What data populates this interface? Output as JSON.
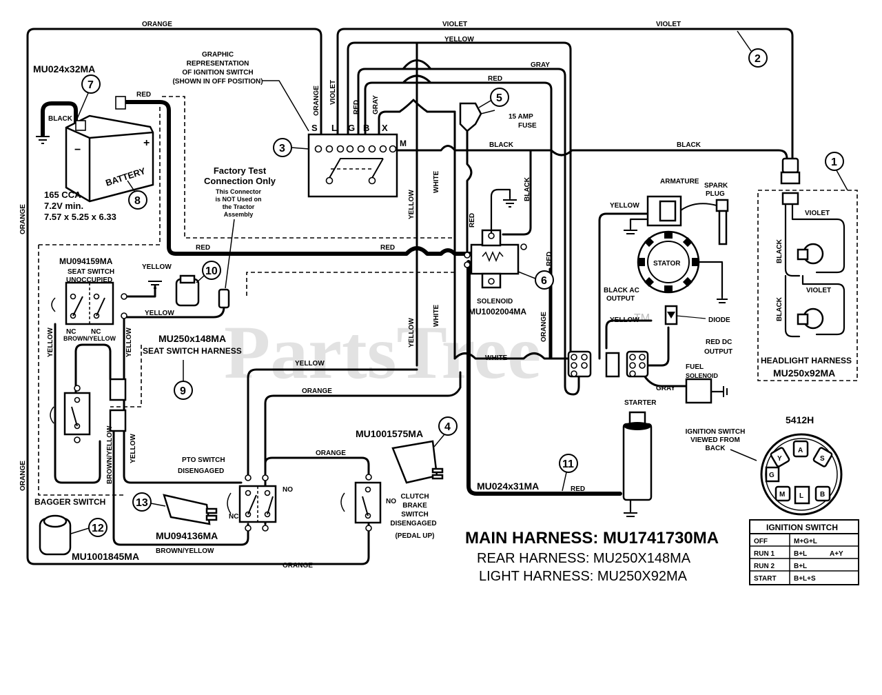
{
  "watermark": "PartsTree",
  "watermark_tm": "TM",
  "wire_labels": {
    "orange_top": "ORANGE",
    "violet_top": "VIOLET",
    "violet_top2": "VIOLET",
    "yellow_top": "YELLOW",
    "gray_top": "GRAY",
    "red_top": "RED",
    "orange_vert": "ORANGE",
    "violet_vert": "VIOLET",
    "red_vert": "RED",
    "gray_vert": "GRAY",
    "black_bat": "BLACK",
    "red_bat": "RED",
    "black_m": "BLACK",
    "black_right": "BLACK",
    "black_sol": "BLACK",
    "yellow_vert": "YELLOW",
    "white_vert": "WHITE",
    "red_sol_vert": "RED",
    "red_mid": "RED",
    "red_mid2": "RED",
    "red_right_sol": "RED",
    "orange_left": "ORANGE",
    "orange_left2": "ORANGE",
    "yellow_seat1": "YELLOW",
    "yellow_seat2": "YELLOW",
    "yellow_lv": "YELLOW",
    "yellow_lv2": "YELLOW",
    "yellow_lv3": "YELLOW",
    "brown_yellow_seat": "BROWN/YELLOW",
    "brown_yellow_v": "BROWN/YELLOW",
    "yellow_mid": "YELLOW",
    "orange_mid": "ORANGE",
    "white_mid": "WHITE",
    "white_v2": "WHITE",
    "yellow_v2": "YELLOW",
    "orange_sol_v": "ORANGE",
    "orange_clutch": "ORANGE",
    "orange_bottom": "ORANGE",
    "brown_yellow_bottom": "BROWN/YELLOW",
    "red_starter": "RED",
    "gray_fuel": "GRAY",
    "yellow_eng": "YELLOW",
    "yellow_eng2": "YELLOW",
    "violet_head1": "VIOLET",
    "violet_head2": "VIOLET",
    "black_head1": "BLACK",
    "black_head2": "BLACK"
  },
  "ignition_terminals": [
    "S",
    "L",
    "G",
    "B",
    "X"
  ],
  "ignition_m": "M",
  "labels": {
    "graphic_rep": [
      "GRAPHIC",
      "REPRESENTATION",
      "OF IGNITION SWITCH",
      "(SHOWN IN OFF POSITION)"
    ],
    "fuse": [
      "15 AMP",
      "FUSE"
    ],
    "factory_test": [
      "Factory Test",
      "Connection Only"
    ],
    "factory_note": [
      "This Connector",
      "is NOT Used on",
      "the Tractor",
      "Assembly"
    ],
    "battery_word": "BATTERY",
    "battery_specs": [
      "165 CCA",
      "7.2V min.",
      "7.57 x 5.25 x 6.33"
    ],
    "seat_switch": [
      "MU094159MA",
      "SEAT SWITCH",
      "UNOCCUPIED"
    ],
    "nc1": "NC",
    "nc2": "NC",
    "seat_harness": [
      "MU250x148MA",
      "SEAT SWITCH HARNESS"
    ],
    "solenoid": [
      "SOLENOID",
      "MU1002004MA"
    ],
    "armature": "ARMATURE",
    "spark_plug": [
      "SPARK",
      "PLUG"
    ],
    "stator": "STATOR",
    "black_ac": [
      "BLACK AC",
      "OUTPUT"
    ],
    "diode": "DIODE",
    "red_dc": [
      "RED DC",
      "OUTPUT"
    ],
    "fuel_sol": [
      "FUEL",
      "SOLENOID"
    ],
    "headlight_harness": [
      "HEADLIGHT HARNESS",
      "MU250x92MA"
    ],
    "starter": "STARTER",
    "ign_view": [
      "IGNITION SWITCH",
      "VIEWED FROM",
      "BACK"
    ],
    "ign_model": "5412H",
    "pto_switch": [
      "PTO SWITCH",
      "DISENGAGED"
    ],
    "no1": "NO",
    "nc3": "NC",
    "no2": "NO",
    "clutch": [
      "CLUTCH",
      "BRAKE",
      "SWITCH",
      "DISENGAGED",
      "(PEDAL UP)"
    ],
    "bagger": "BAGGER  SWITCH",
    "mu024x32": "MU024x32MA",
    "mu1001575": "MU1001575MA",
    "mu024x31": "MU024x31MA",
    "mu094136": "MU094136MA",
    "mu1001845": "MU1001845MA"
  },
  "ign_letters": [
    "A",
    "Y",
    "S",
    "G",
    "M",
    "L",
    "B"
  ],
  "callouts": [
    "1",
    "2",
    "3",
    "4",
    "5",
    "6",
    "7",
    "8",
    "9",
    "10",
    "11",
    "12",
    "13"
  ],
  "main_harness": "MAIN HARNESS: MU1741730MA",
  "rear_harness": "REAR HARNESS: MU250X148MA",
  "light_harness": "LIGHT HARNESS: MU250X92MA",
  "ign_table": {
    "title": "IGNITION SWITCH",
    "rows": [
      {
        "pos": "OFF",
        "a": "M+G+L",
        "b": ""
      },
      {
        "pos": "RUN 1",
        "a": "B+L",
        "b": "A+Y"
      },
      {
        "pos": "RUN 2",
        "a": "B+L",
        "b": ""
      },
      {
        "pos": "START",
        "a": "B+L+S",
        "b": ""
      }
    ]
  }
}
